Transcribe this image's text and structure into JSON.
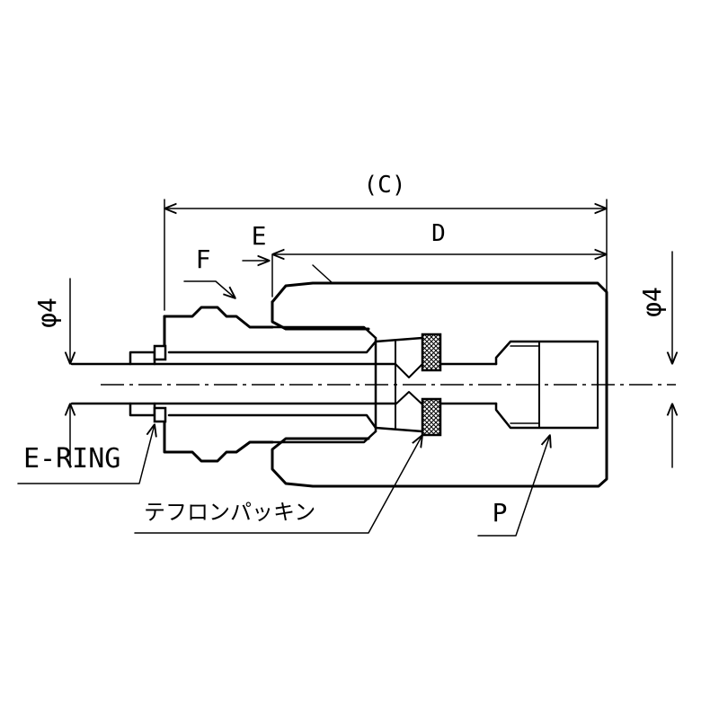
{
  "labels": {
    "overall_length": "(C)",
    "dim_e": "E",
    "dim_d": "D",
    "dim_f": "F",
    "phi_left": "φ4",
    "phi_right": "φ4",
    "e_ring": "E-RING",
    "teflon_packing": "テフロンパッキン",
    "port_p": "P"
  },
  "colors": {
    "line": "#000000",
    "background": "#ffffff"
  }
}
